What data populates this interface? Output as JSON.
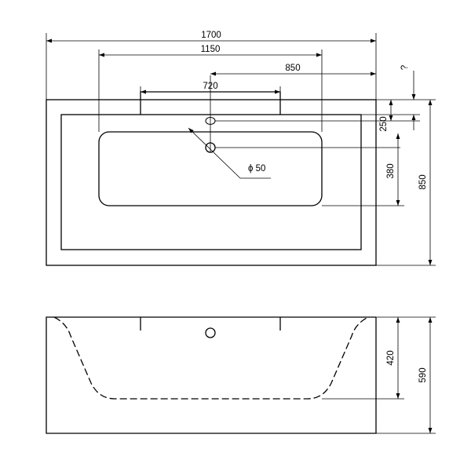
{
  "dimensions": {
    "overall_length": "1700",
    "inner_length": "1150",
    "drain_offset": "850",
    "tap_deck_width": "720",
    "unknown_rim": "?",
    "tap_offset": "250",
    "drain_depth_offset": "380",
    "overall_width": "850",
    "drain_diameter": "ϕ 50",
    "basin_depth": "420",
    "overall_height": "590"
  }
}
